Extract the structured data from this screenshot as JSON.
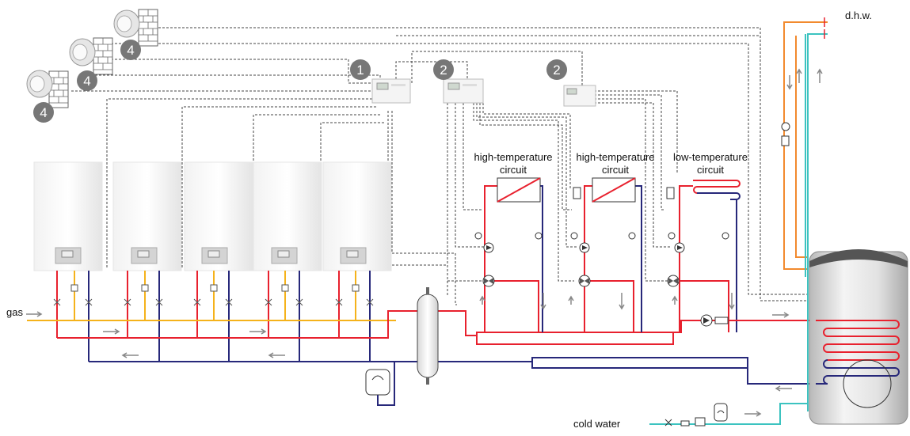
{
  "labels": {
    "dhw": "d.h.w.",
    "gas": "gas",
    "cold_water": "cold water",
    "circuit1_line1": "high-temperature",
    "circuit1_line2": "circuit",
    "circuit2_line1": "high-temperature",
    "circuit2_line2": "circuit",
    "circuit3_line1": "low-temperature",
    "circuit3_line2": "circuit"
  },
  "badges": {
    "controller_main": "1",
    "controller_zone_a": "2",
    "controller_zone_b": "2",
    "sensor_a": "4",
    "sensor_b": "4",
    "sensor_c": "4"
  },
  "colors": {
    "flow": "#e8212e",
    "return": "#27287a",
    "gas": "#f5b21b",
    "hot_water": "#f28a2e",
    "cold_water": "#3cc3c0",
    "badge": "#777777"
  }
}
